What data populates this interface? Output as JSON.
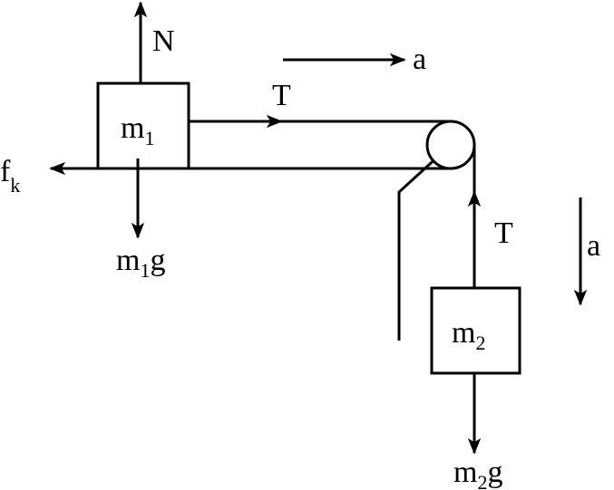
{
  "labels": {
    "normal_force": "N",
    "acceleration_horizontal": "a",
    "tension_horizontal": "T",
    "block1_m": "m",
    "block1_sub": "1",
    "friction_f": "f",
    "friction_sub": "k",
    "weight1_m": "m",
    "weight1_sub": "1",
    "weight1_g": "g",
    "tension_vertical": "T",
    "acceleration_vertical": "a",
    "block2_m": "m",
    "block2_sub": "2",
    "weight2_m": "m",
    "weight2_sub": "2",
    "weight2_g": "g"
  }
}
